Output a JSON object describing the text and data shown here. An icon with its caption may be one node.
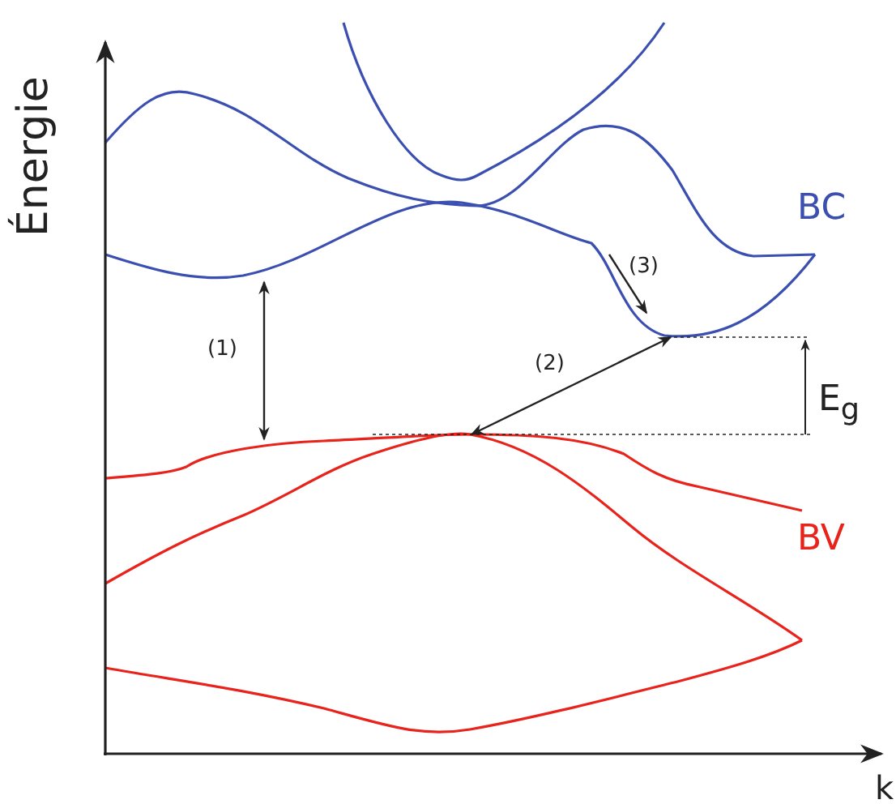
{
  "diagram": {
    "labels": [
      "Énergie",
      "BC",
      "(3)",
      "(1)",
      "(2)",
      "E$_{g}$",
      "BV",
      "k"
    ]
  }
}
